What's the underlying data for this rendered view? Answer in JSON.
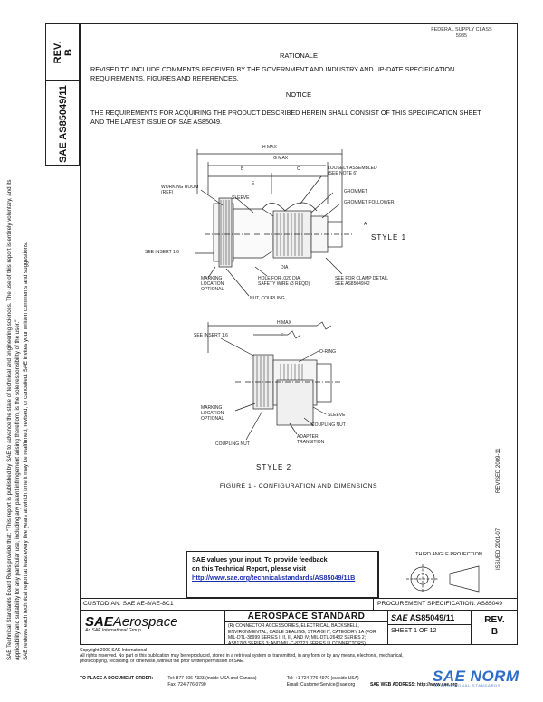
{
  "rev_box": {
    "label": "REV.\nB"
  },
  "side_doc_number": "SAE AS85049/11",
  "left_margin_note": "SAE Technical Standards Board Rules provide that: \"This report is published by SAE to advance the state of technical and engineering sciences. The use of this report is entirely voluntary, and its applicability and suitability for any particular use, including any patent infringement arising therefrom, is the sole responsibility of the user.\"\nSAE reviews each technical report at least every five years at which time it may be reaffirmed, revised, or cancelled. SAE invites your written comments and suggestions.",
  "top_revision_note": "FEDERAL SUPPLY CLASS\n5935",
  "rationale": {
    "heading": "RATIONALE",
    "text": "REVISED TO INCLUDE COMMENTS RECEIVED BY THE GOVERNMENT AND INDUSTRY AND UP-DATE SPECIFICATION REQUIREMENTS, FIGURES AND REFERENCES."
  },
  "notice": {
    "heading": "NOTICE",
    "text": "THE REQUIREMENTS FOR ACQUIRING THE PRODUCT DESCRIBED HEREIN SHALL CONSIST OF THIS SPECIFICATION SHEET AND THE LATEST ISSUE OF SAE AS85049."
  },
  "figure1": {
    "dims": {
      "h_max": "H MAX",
      "g_max": "G MAX",
      "b": "B",
      "c": "C",
      "e": "E",
      "a": "A",
      "dia": "DIA"
    },
    "labels": {
      "loosely_assembled": "LOOSELY ASSEMBLED\n(SEE NOTE 6)",
      "grommet": "GROMMET",
      "grommet_follower": "GROMMET FOLLOWER",
      "working_room": "WORKING ROOM\n(REF)",
      "sleeve": "SLEEVE",
      "see_insert": "SEE INSERT 1.6",
      "marking_location": "MARKING\nLOCATION\nOPTIONAL",
      "hole_for": "HOLE FOR .020 DIA.\nSAFETY WIRE (3 REQD)",
      "see_for_clamp": "SEE FOR CLAMP DETAIL\nSEE AS85049/42",
      "nut_coupling": "NUT, COUPLING",
      "style": "STYLE 1"
    }
  },
  "figure2": {
    "labels": {
      "h_max": "H MAX",
      "see_insert": "SEE INSERT 1.6",
      "f": "F",
      "o_ring": "O-RING",
      "sleeve": "SLEEVE",
      "coupling_nut": "COUPLING NUT",
      "marking_location": "MARKING\nLOCATION\nOPTIONAL",
      "coupling_nut2": "COUPLING NUT",
      "adapter_transition": "ADAPTER\nTRANSITION",
      "style": "STYLE 2"
    }
  },
  "figure_caption": "FIGURE 1 - CONFIGURATION AND DIMENSIONS",
  "right_vertical_notes": [
    "REVISED 2009-11",
    "ISSUED 2001-07"
  ],
  "feedback": {
    "line1": "SAE values your input. To provide feedback",
    "line2": "on this Technical Report, please visit",
    "url": "http://www.sae.org/technical/standards/AS85049/11B"
  },
  "third_angle_projection": "THIRD ANGLE PROJECTION",
  "custodian": "CUSTODIAN: SAE AE-8/AE-8C1",
  "procurement_spec": "PROCUREMENT SPECIFICATION: AS85049",
  "title_block": {
    "logo_sae": "SAE",
    "logo_aerospace": "Aerospace",
    "logo_sub": "An SAE International Group",
    "standard_title": "AEROSPACE STANDARD",
    "description": "(R) CONNECTOR ACCESSORIES, ELECTRICAL, BACKSHELL, ENVIRONMENTAL, CABLE SEALING, STRAIGHT, CATEGORY 1A (FOR MIL-DTL-38999 SERIES I, II, III, AND IV; MIL-DTL-26482 SERIES 2; AS81703 SERIES 3; AND MIL-C-83723 SERIES III CONNECTORS)",
    "doc_number_prefix": "SAE",
    "doc_number": "AS85049/11",
    "sheet": "SHEET 1 OF 12",
    "rev": "REV.\nB"
  },
  "footer": {
    "copyright": "Copyright 2009 SAE International\nAll rights reserved. No part of this publication may be reproduced, stored in a retrieval system or transmitted, in any form or by any means, electronic, mechanical, photocopying, recording, or otherwise, without the prior written permission of SAE.",
    "order_label": "TO PLACE A DOCUMENT ORDER:",
    "tel": "Tel: 877-606-7323 (inside USA and Canada)",
    "tel2": "Tel: +1 724-776-4970 (outside USA)",
    "fax": "Fax: 724-776-0790",
    "email": "Email: CustomerService@sae.org",
    "web": "SAE WEB ADDRESS: http://www.sae.org"
  },
  "watermark": {
    "main": "SAE NORM",
    "sub": "INTERNATIONAL STANDARDS"
  }
}
